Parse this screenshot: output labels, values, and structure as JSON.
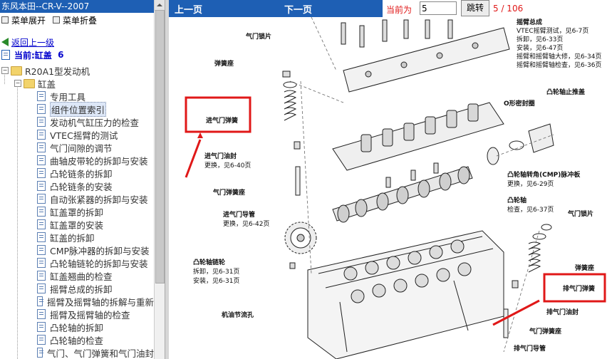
{
  "sidebar": {
    "title": "东风本田--CR-V--2007",
    "expand_label": "菜单展开",
    "collapse_label": "菜单折叠",
    "back_label": "返回上一级",
    "current_label": "当前:缸盖",
    "current_count": "6",
    "tree": {
      "root": "R20A1型发动机",
      "folder": "缸盖",
      "items": [
        "专用工具",
        "组件位置索引",
        "发动机气缸压力的检查",
        "VTEC摇臂的测试",
        "气门间隙的调节",
        "曲轴皮带轮的拆卸与安装",
        "凸轮链条的拆卸",
        "凸轮链条的安装",
        "自动张紧器的拆卸与安装",
        "缸盖罩的拆卸",
        "缸盖罩的安装",
        "缸盖的拆卸",
        "CMP脉冲器的拆卸与安装",
        "凸轮轴链轮的拆卸与安装",
        "缸盖翘曲的检查",
        "摇臂总成的拆卸",
        "摇臂及摇臂轴的拆解与重新",
        "摇臂及摇臂轴的检查",
        "凸轮轴的拆卸",
        "凸轮轴的检查",
        "气门、气门弹簧和气门油封"
      ],
      "selected_index": 1
    }
  },
  "nav": {
    "prev_label": "上一页",
    "next_label": "下一页",
    "current_prefix": "当前为",
    "page_value": "5",
    "go_label": "跳转",
    "page_ratio": "5 / 106"
  },
  "diagram": {
    "labels": {
      "valve_keeper": "气门锁片",
      "spring_seat": "弹簧座",
      "intake_spring": "进气门弹簧",
      "intake_seal": "进气门油封",
      "intake_seal_note": "更换，见6-40页",
      "valve_spring_seat": "气门弹簧座",
      "intake_guide": "进气门导管",
      "intake_guide_note": "更换，见6-42页",
      "sprocket": "凸轮轴链轮",
      "sprocket_note1": "拆卸，见6-31页",
      "sprocket_note2": "安装，见6-31页",
      "oil_hole": "机油节流孔",
      "rocker_title": "摇臂总成",
      "rocker_l1": "VTEC摇臂测试，见6-7页",
      "rocker_l2": "拆卸，见6-33页",
      "rocker_l3": "安装，见6-47页",
      "rocker_l4": "摇臂和摇臂轴大修，见6-34页",
      "rocker_l5": "摇臂和摇臂轴检查，见6-36页",
      "thrust_cap": "凸轮轴止推盖",
      "oring": "O形密封圈",
      "cmp": "凸轮轴转角(CMP)脉冲板",
      "cmp_note": "更换，见6-29页",
      "camshaft": "凸轮轴",
      "camshaft_note": "检查，见6-37页",
      "r_keeper": "气门锁片",
      "r_spring_seat": "弹簧座",
      "exhaust_spring": "排气门弹簧",
      "exhaust_seal": "排气门油封",
      "r_valve_seat": "气门弹簧座",
      "exhaust_guide": "排气门导管"
    },
    "colors": {
      "highlight": "#e01818",
      "nav": "#1e5fb4"
    }
  }
}
